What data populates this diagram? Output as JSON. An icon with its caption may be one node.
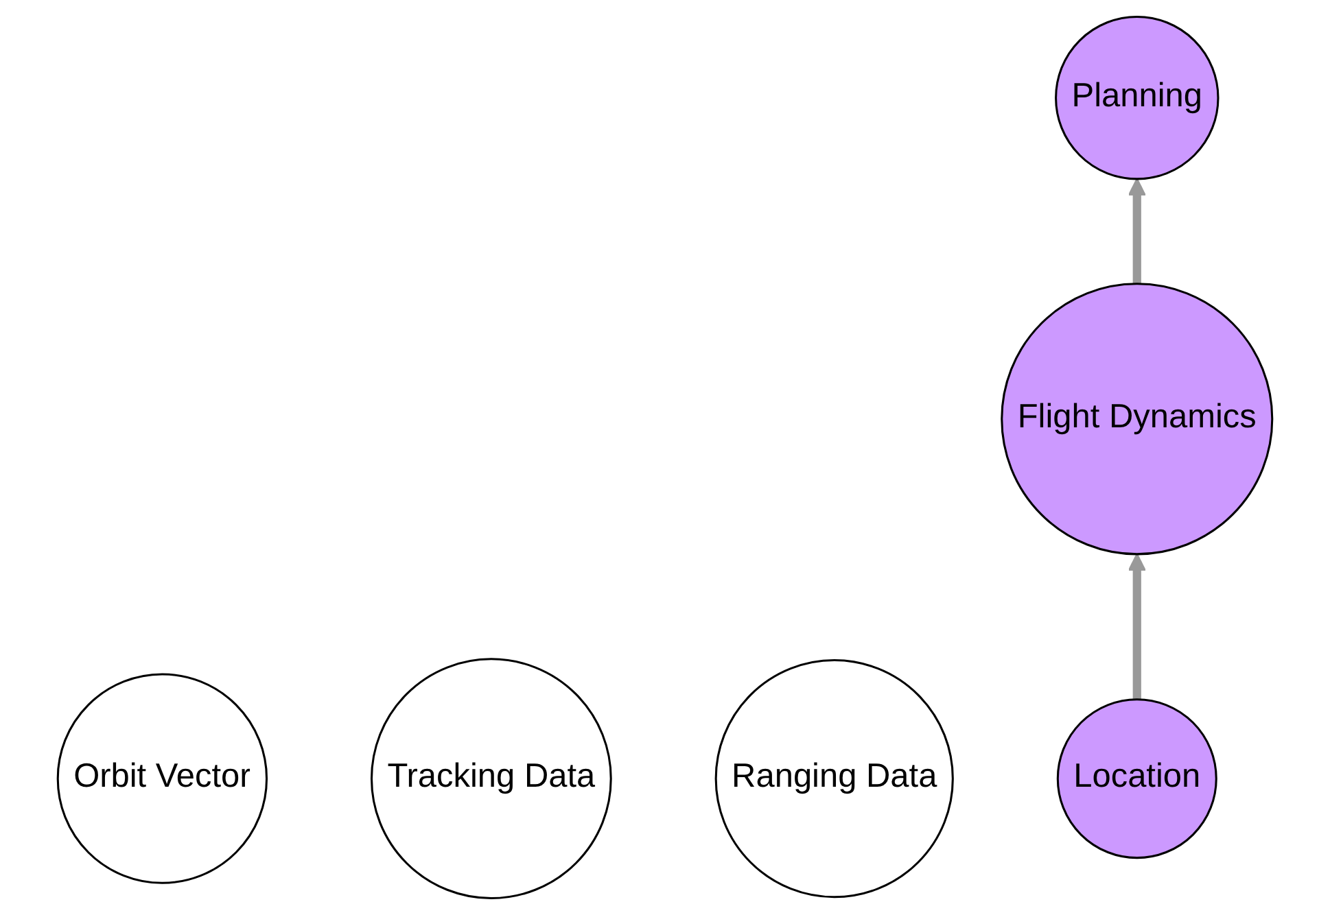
{
  "diagram": {
    "nodes": [
      {
        "text": [
          "Planning"
        ]
      },
      {
        "text": [
          "Orbit Vector"
        ]
      },
      {
        "text": [
          "Flight Dynamics"
        ]
      },
      {
        "text": [
          "Tracking Data"
        ]
      },
      {
        "text": [
          "Ranging Data"
        ]
      },
      {
        "text": [
          "Location"
        ]
      }
    ],
    "edges": [
      {
        "from": 2,
        "to": 0,
        "arrow": "to"
      },
      {
        "from": 5,
        "to": 2,
        "arrow": "to"
      }
    ]
  }
}
